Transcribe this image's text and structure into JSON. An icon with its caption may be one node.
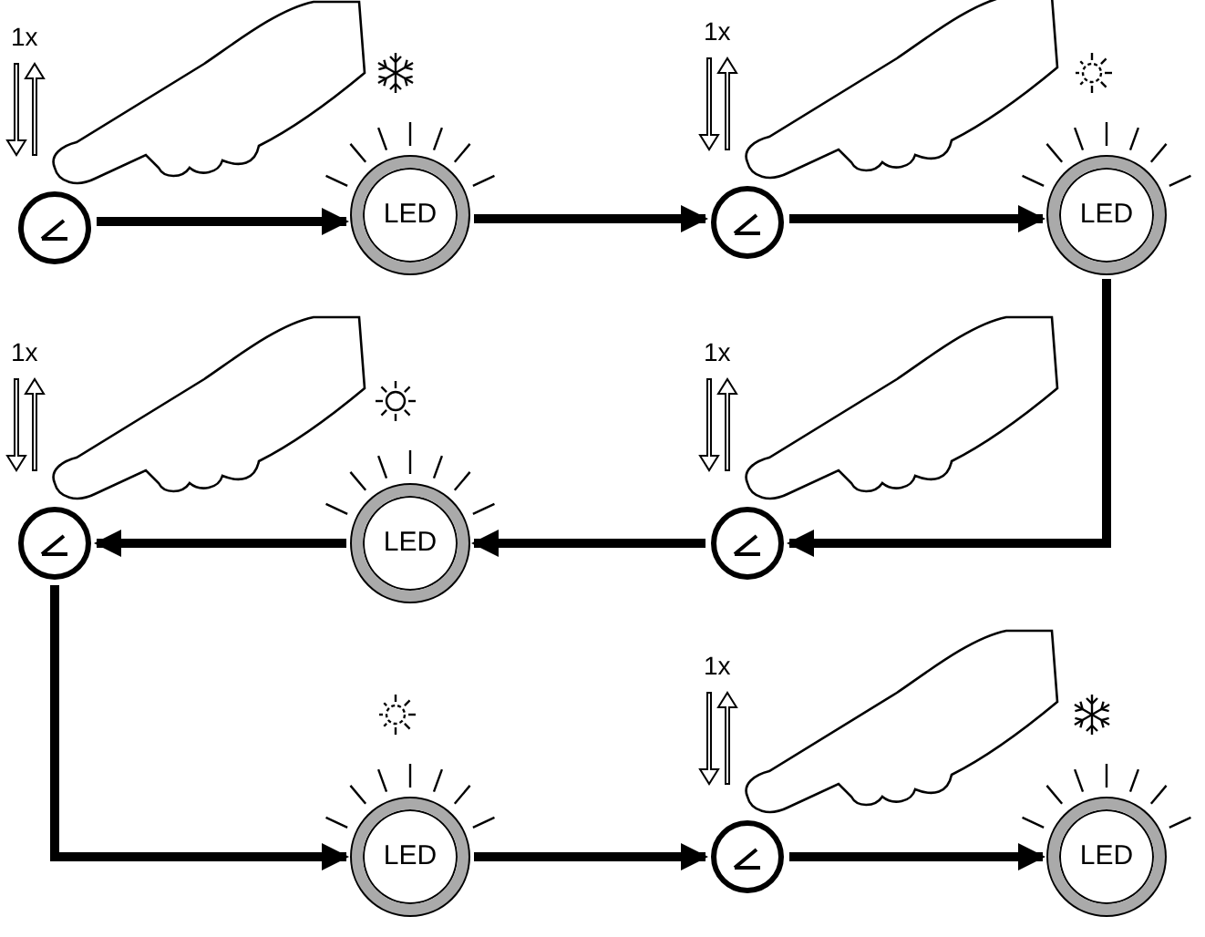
{
  "diagram": {
    "nodes": [
      {
        "text": [],
        "shape": "circle"
      },
      {
        "text": [
          "LED"
        ]
      },
      {
        "text": [],
        "shape": "circle"
      },
      {
        "text": [
          "LED"
        ]
      },
      {
        "text": [],
        "shape": "circle"
      },
      {
        "text": [
          "LED"
        ]
      },
      {
        "text": [],
        "shape": "circle"
      },
      {
        "text": [
          "LED"
        ]
      },
      {
        "text": [],
        "shape": "circle"
      },
      {
        "text": [
          "LED"
        ]
      }
    ],
    "edges": [
      {
        "from": 0,
        "to": 1,
        "arrow": "to"
      },
      {
        "from": 1,
        "to": 2,
        "arrow": "to"
      },
      {
        "from": 2,
        "to": 3,
        "arrow": "to"
      },
      {
        "from": 3,
        "to": 6,
        "arrow": "to"
      },
      {
        "from": 6,
        "to": 5,
        "arrow": "to"
      },
      {
        "from": 5,
        "to": 4,
        "arrow": "to"
      },
      {
        "from": 4,
        "to": 7,
        "arrow": "to"
      },
      {
        "from": 7,
        "to": 8,
        "arrow": "to"
      },
      {
        "from": 8,
        "to": 9,
        "arrow": "to"
      }
    ],
    "labels": [
      "1x",
      "1x",
      "1x",
      "1x",
      "1x"
    ]
  }
}
